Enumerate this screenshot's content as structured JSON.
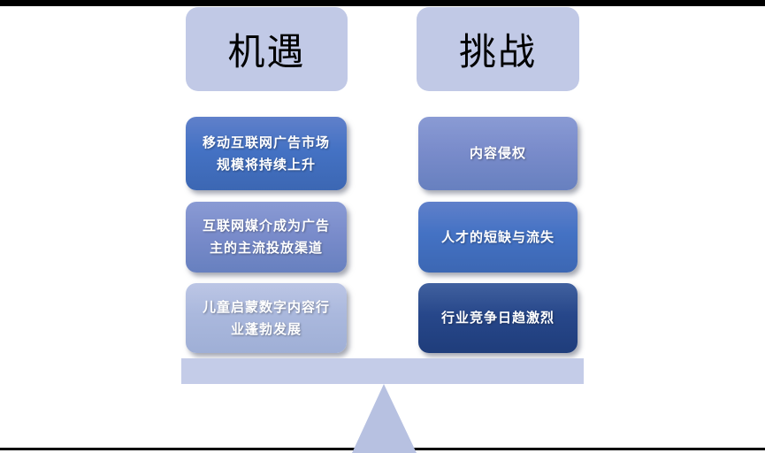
{
  "slide": {
    "description": "balance-seesaw diagram comparing opportunities and challenges",
    "columns": [
      {
        "id": "opportunities",
        "header": "机遇",
        "items": [
          {
            "text": "移动互联网广告市场\n规模将持续上升",
            "color": "#4472c4"
          },
          {
            "text": "互联网媒介成为广告\n主的主流投放渠道",
            "color": "#7a8ccb"
          },
          {
            "text": "儿童启蒙数字内容行\n业蓬勃发展",
            "color": "#aab8dd"
          }
        ]
      },
      {
        "id": "challenges",
        "header": "挑战",
        "items": [
          {
            "text": "内容侵权",
            "color": "#7a8ccb"
          },
          {
            "text": "人才的短缺与流失",
            "color": "#4472c4"
          },
          {
            "text": "行业竞争日趋激烈",
            "color": "#27478a"
          }
        ]
      }
    ],
    "palette": {
      "header_fill": "#c1c9e6",
      "beam_fill": "#c4cce8",
      "fulcrum_fill": "#b7c1e1",
      "text_on_dark": "#ffffff",
      "header_text": "#000000",
      "letterbox": "#000000"
    }
  }
}
